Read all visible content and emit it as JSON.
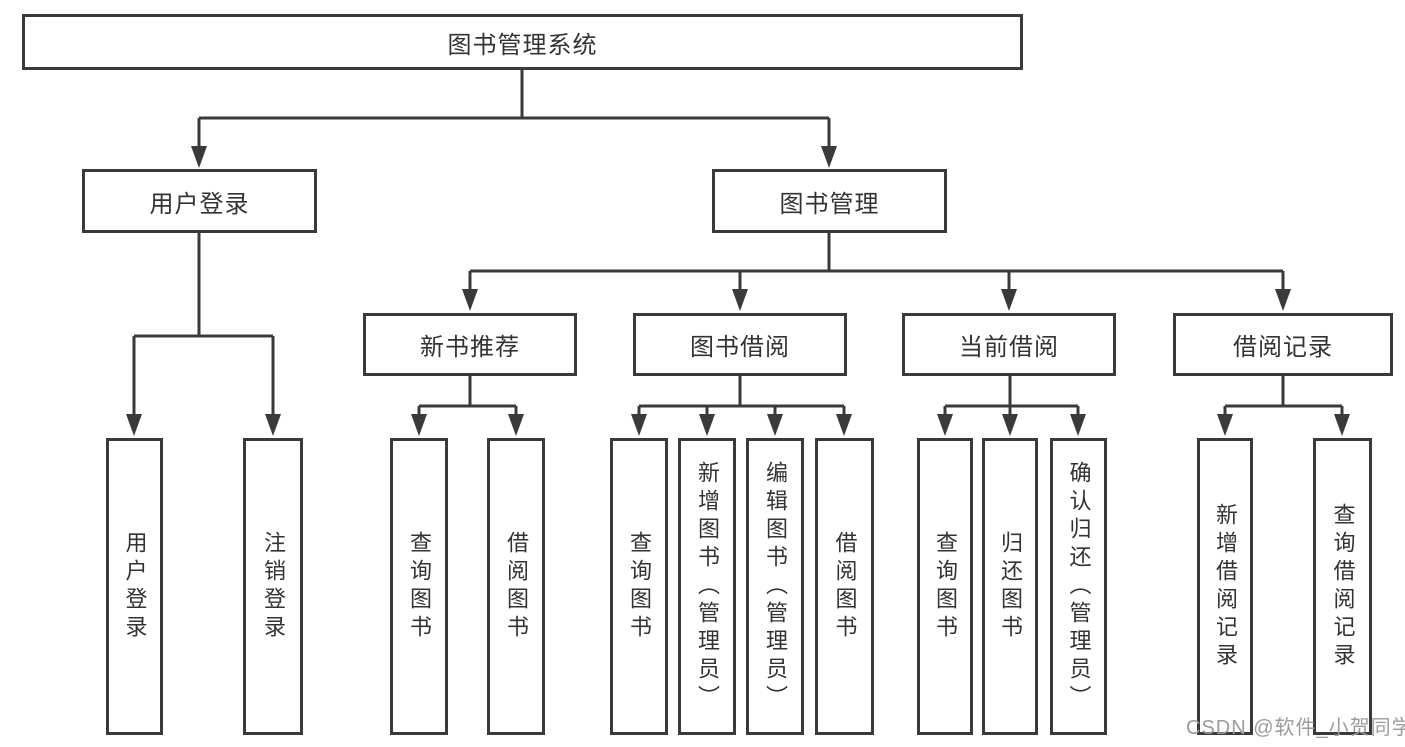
{
  "diagram": {
    "type": "tree",
    "title": "图书管理系统",
    "tree": {
      "label": "图书管理系统",
      "children": [
        {
          "label": "用户登录",
          "children": [
            {
              "label": "用户登录"
            },
            {
              "label": "注销登录"
            }
          ]
        },
        {
          "label": "图书管理",
          "children": [
            {
              "label": "新书推荐",
              "children": [
                {
                  "label": "查询图书"
                },
                {
                  "label": "借阅图书"
                }
              ]
            },
            {
              "label": "图书借阅",
              "children": [
                {
                  "label": "查询图书"
                },
                {
                  "label": "新增图书（管理员）"
                },
                {
                  "label": "编辑图书（管理员）"
                },
                {
                  "label": "借阅图书"
                }
              ]
            },
            {
              "label": "当前借阅",
              "children": [
                {
                  "label": "查询图书"
                },
                {
                  "label": "归还图书"
                },
                {
                  "label": "确认归还（管理员）"
                }
              ]
            },
            {
              "label": "借阅记录",
              "children": [
                {
                  "label": "新增借阅记录"
                },
                {
                  "label": "查询借阅记录"
                }
              ]
            }
          ]
        }
      ]
    }
  },
  "watermark": {
    "text": "CSDN @软件_小贺同学",
    "color": "#9c9c9c"
  },
  "colors": {
    "line": "#3a3a3a",
    "text": "#333333",
    "background": "#ffffff"
  }
}
